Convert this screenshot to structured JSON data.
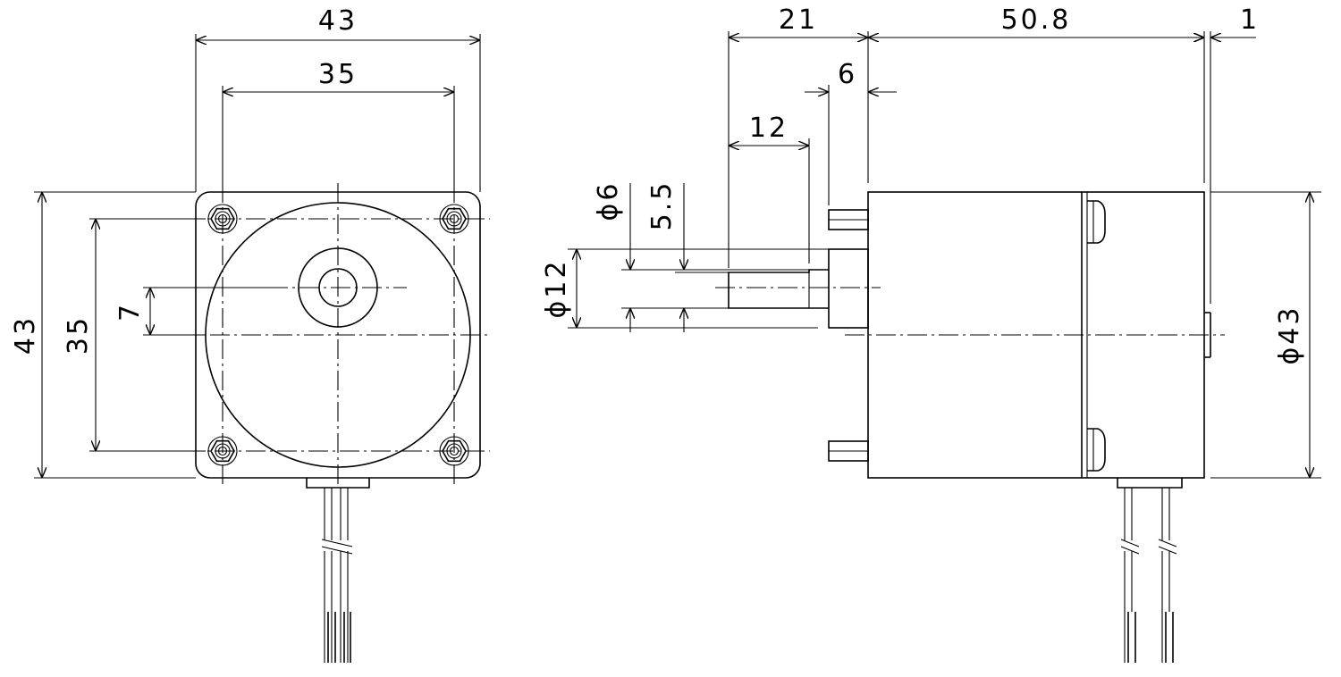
{
  "front_view": {
    "dim_width_outer": "43",
    "dim_width_holes": "35",
    "dim_height_outer": "43",
    "dim_height_holes": "35",
    "dim_shaft_offset": "7"
  },
  "side_view": {
    "dim_shaft_length": "21",
    "dim_body_length": "50.8",
    "dim_rear_plate": "1",
    "dim_boss_length": "6",
    "dim_flat_length": "12",
    "dim_shaft_dia": "ϕ6",
    "dim_flat_depth": "5.5",
    "dim_boss_dia": "ϕ12",
    "dim_body_dia": "ϕ43"
  },
  "colors": {
    "line": "#000000",
    "background": "#ffffff"
  }
}
